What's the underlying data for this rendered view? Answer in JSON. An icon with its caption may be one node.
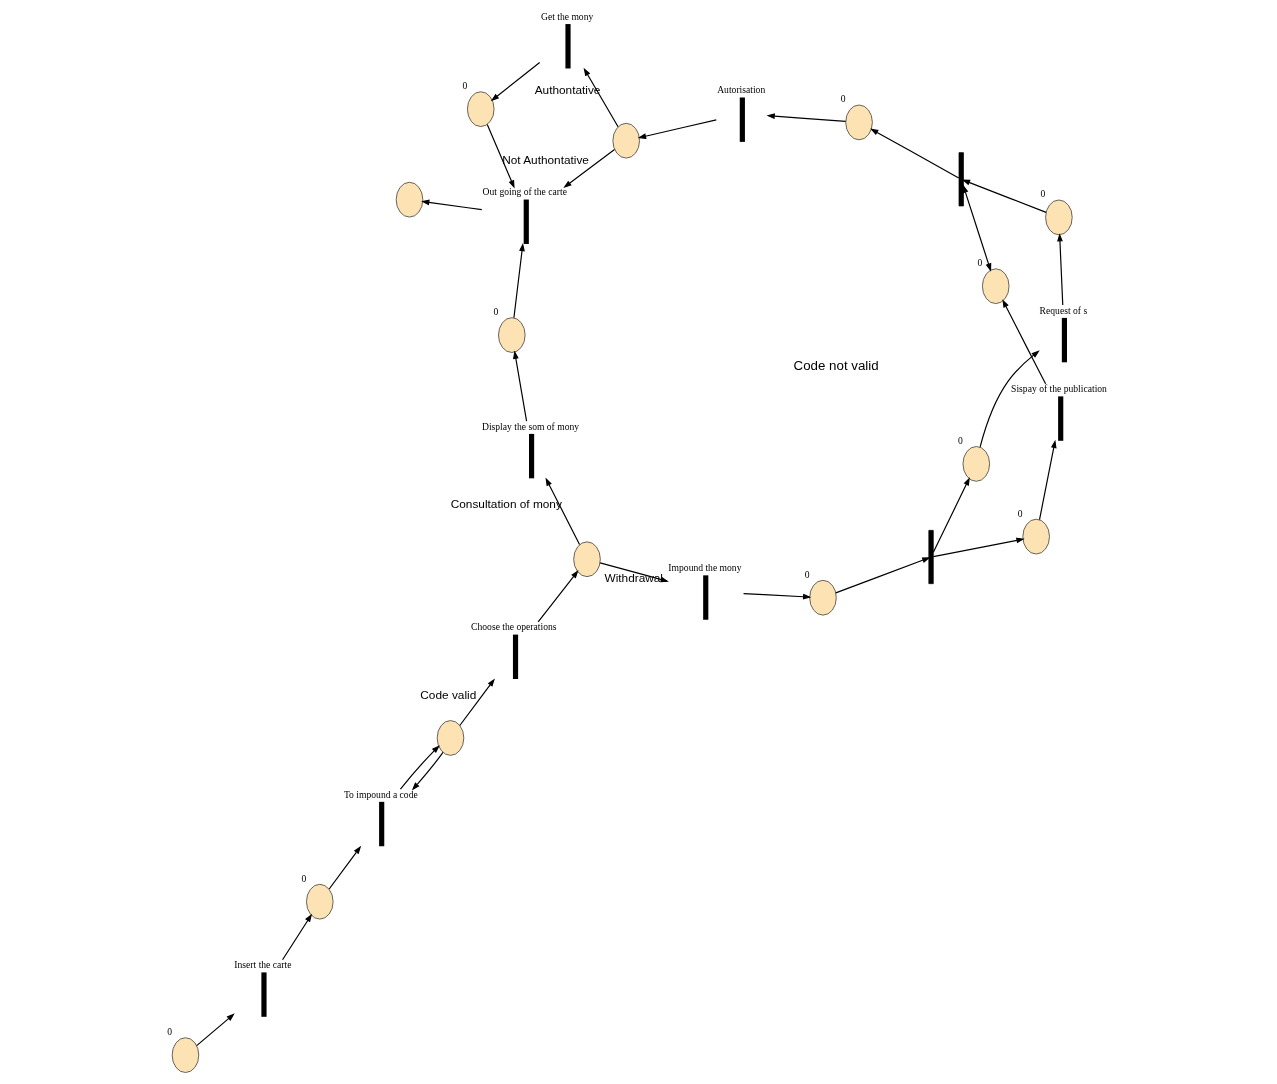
{
  "diagram": {
    "nodes": [
      {
        "text": [],
        "shape": "circle",
        "beside": [
          "0"
        ]
      },
      {
        "text": [
          "Insert the carte"
        ]
      },
      {
        "text": [],
        "shape": "circle",
        "beside": [
          "0"
        ]
      },
      {
        "text": [
          "To impound a code"
        ]
      },
      {
        "text": [],
        "shape": "circle"
      },
      {
        "text": [
          "Choose the operations"
        ]
      },
      {
        "text": [],
        "shape": "circle"
      },
      {
        "text": [
          "Impound the mony"
        ]
      },
      {
        "text": [],
        "shape": "bar"
      },
      {
        "text": [],
        "shape": "circle",
        "beside": [
          "0"
        ]
      },
      {
        "text": [],
        "shape": "circle",
        "beside": [
          "0"
        ]
      },
      {
        "text": [
          "Display the som of mony"
        ]
      },
      {
        "text": [
          "Sispay of the publication"
        ]
      },
      {
        "text": [
          "Request of s"
        ]
      },
      {
        "text": [],
        "shape": "circle",
        "beside": [
          "0"
        ]
      },
      {
        "text": [
          "Autorisation"
        ]
      },
      {
        "text": [],
        "shape": "circle",
        "beside": [
          "0"
        ]
      },
      {
        "text": [],
        "shape": "circle"
      },
      {
        "text": [],
        "shape": "circle",
        "beside": [
          "0"
        ]
      },
      {
        "text": [],
        "shape": "circle",
        "beside": [
          "0"
        ]
      },
      {
        "text": [
          "Out going of the carte"
        ]
      },
      {
        "text": [],
        "shape": "bar"
      },
      {
        "text": [],
        "shape": "circle",
        "beside": [
          "0"
        ]
      },
      {
        "text": [],
        "shape": "circle"
      },
      {
        "text": [
          "Get the mony"
        ]
      },
      {
        "text": [],
        "shape": "circle",
        "beside": [
          "0"
        ]
      }
    ],
    "edges": [
      {
        "from": 0,
        "to": 1,
        "arrow": "to"
      },
      {
        "from": 1,
        "to": 2,
        "arrow": "to"
      },
      {
        "from": 2,
        "to": 3,
        "arrow": "to"
      },
      {
        "from": 3,
        "to": 4,
        "arrow": "to"
      },
      {
        "from": 4,
        "to": 3,
        "arrow": "to"
      },
      {
        "from": 4,
        "to": 5,
        "arrow": "to",
        "label": "Code valid"
      },
      {
        "from": 5,
        "to": 6,
        "arrow": "to"
      },
      {
        "from": 6,
        "to": 11,
        "arrow": "to",
        "label": "Consultation of mony"
      },
      {
        "from": 6,
        "to": 7,
        "arrow": "to",
        "label": "Withdrawal"
      },
      {
        "from": 7,
        "to": 10,
        "arrow": "to"
      },
      {
        "from": 10,
        "to": 8,
        "arrow": "to"
      },
      {
        "from": 8,
        "to": 9,
        "arrow": "to"
      },
      {
        "from": 8,
        "to": 14,
        "arrow": "to"
      },
      {
        "from": 9,
        "to": 12,
        "arrow": "to"
      },
      {
        "from": 14,
        "to": 13,
        "arrow": "to"
      },
      {
        "from": 12,
        "to": 18,
        "arrow": "to"
      },
      {
        "from": 13,
        "to": 19,
        "arrow": "to"
      },
      {
        "from": 18,
        "to": 21,
        "arrow": "both"
      },
      {
        "from": 19,
        "to": 21,
        "arrow": "to"
      },
      {
        "from": 21,
        "to": 22,
        "arrow": "to"
      },
      {
        "from": 22,
        "to": 15,
        "arrow": "to"
      },
      {
        "from": 15,
        "to": 17,
        "arrow": "to"
      },
      {
        "from": 17,
        "to": 20,
        "arrow": "to",
        "label": "Not Authontative"
      },
      {
        "from": 17,
        "to": 24,
        "arrow": "to",
        "label": "Authontative"
      },
      {
        "from": 24,
        "to": 25,
        "arrow": "to"
      },
      {
        "from": 25,
        "to": 20,
        "arrow": "to"
      },
      {
        "from": 11,
        "to": 16,
        "arrow": "to"
      },
      {
        "from": 16,
        "to": 20,
        "arrow": "to"
      },
      {
        "from": 20,
        "to": 23,
        "arrow": "to"
      }
    ],
    "labels": [
      "Code not valid"
    ]
  }
}
